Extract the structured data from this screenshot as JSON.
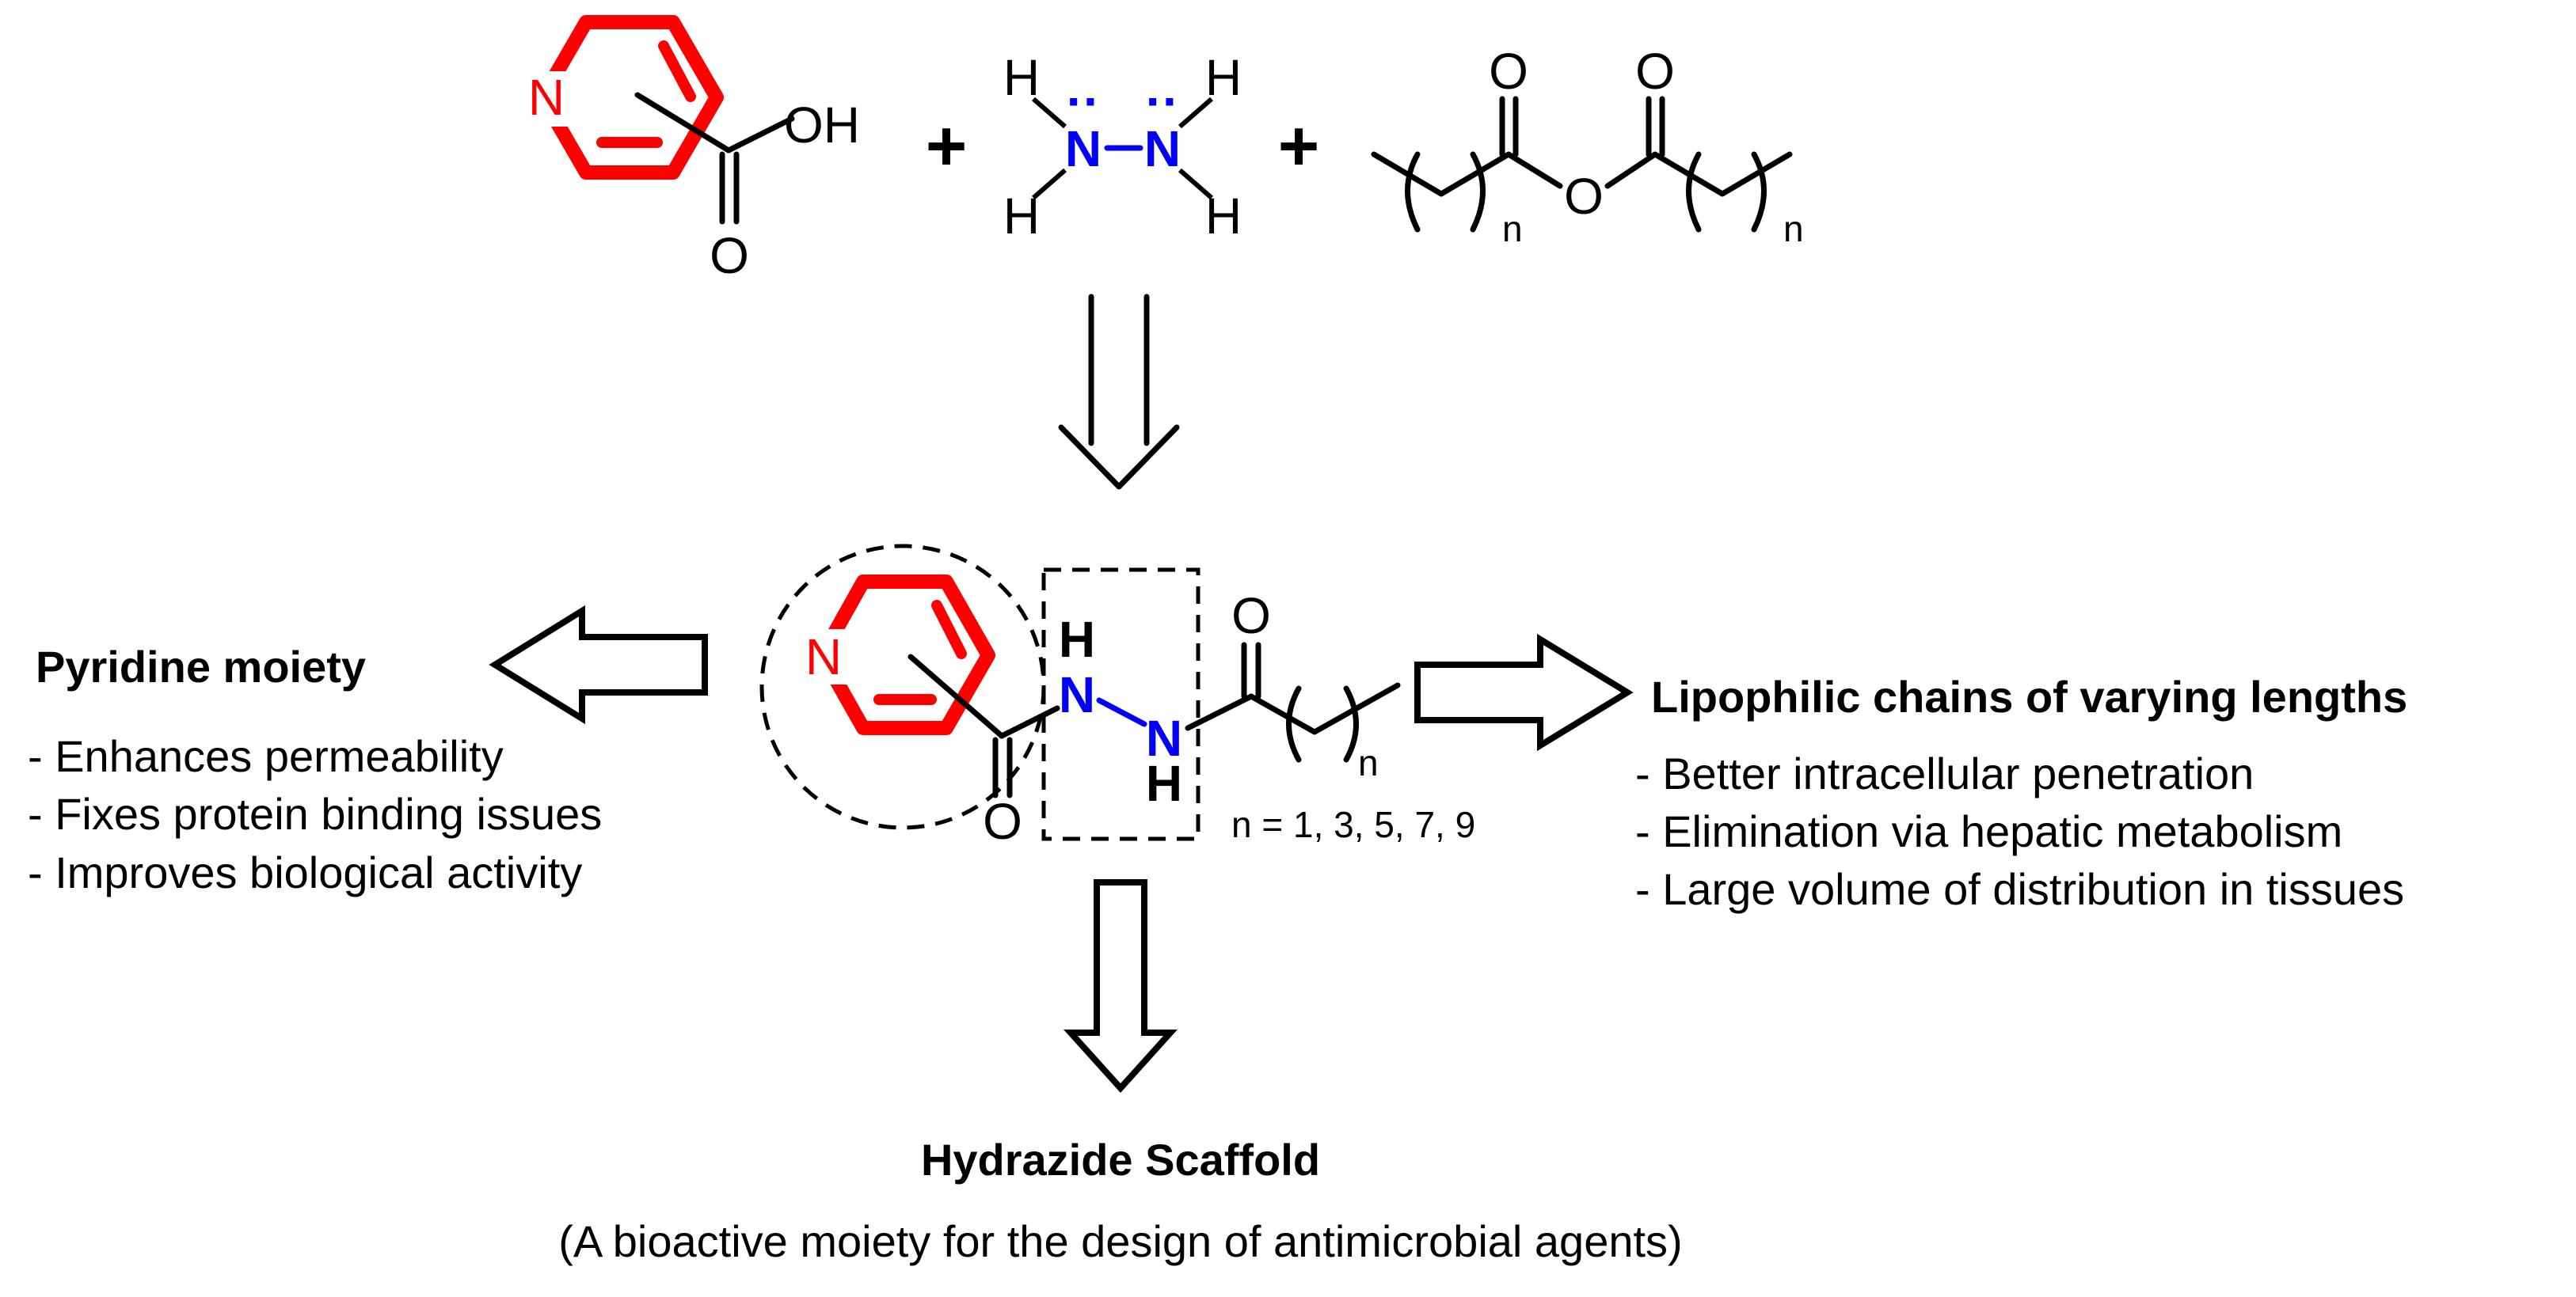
{
  "colors": {
    "pyridine_ring": "#ff0000",
    "hydrazine_nitrogen": "#0000ff",
    "bonds": "#000000"
  },
  "reactants": {
    "acid": {
      "n_label": "N",
      "oh_label": "OH",
      "o_label": "O"
    },
    "plus_1": "+",
    "hydrazine": {
      "n1": "N",
      "n2": "N",
      "h_top_left": "H",
      "h_top_right": "H",
      "h_bottom_left": "H",
      "h_bottom_right": "H",
      "lone_pair": "··"
    },
    "plus_2": "+",
    "anhydride": {
      "o_top_left": "O",
      "o_top_right": "O",
      "o_bridge": "O",
      "n_left": "n",
      "n_right": "n"
    }
  },
  "product": {
    "ring_n": "N",
    "carbonyl_o_bottom": "O",
    "carbonyl_o_top": "O",
    "nh_n1": "N",
    "nh_h1": "H",
    "nh_n2": "N",
    "nh_h2": "H",
    "chain_n": "n",
    "n_values": "n = 1, 3, 5, 7, 9"
  },
  "pyridine_panel": {
    "title": "Pyridine moiety",
    "bullets": [
      "- Enhances permeability",
      "- Fixes protein binding issues",
      "- Improves biological activity"
    ]
  },
  "lipophilic_panel": {
    "title": "Lipophilic chains of varying lengths",
    "bullets": [
      "- Better intracellular penetration",
      "- Elimination via hepatic metabolism",
      "- Large volume of distribution in tissues"
    ]
  },
  "hydrazide_panel": {
    "title": "Hydrazide Scaffold",
    "subtitle": "(A bioactive moiety for the design of antimicrobial agents)"
  }
}
